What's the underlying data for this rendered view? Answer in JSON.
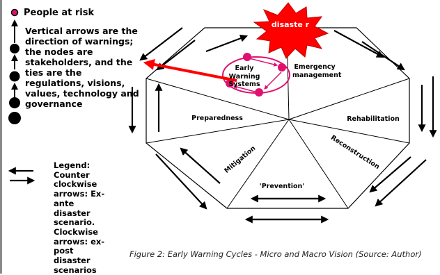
{
  "left_panel": {
    "people_at_risk": "People at risk",
    "explanation": "Vertical arrows are the direction of warnings; the nodes are stakeholders, and the ties are the regulations, visions, values, technology and governance",
    "legend": "Legend: Counter clockwise arrows: Ex-ante disaster scenario. Clockwise arrows: ex-post disaster scenarios"
  },
  "diagram": {
    "burst_label": "disaste r",
    "segments": {
      "early_warning": "Early Warning Systems",
      "emergency": "Emergency management",
      "rehabilitation": "Rehabilitation",
      "reconstruction": "Reconstruction",
      "prevention": "'Prevention'",
      "mitigation": "Mitigation",
      "preparedness": "Preparedness"
    },
    "colors": {
      "burst": "#ff0000",
      "cycle": "#e0106f",
      "pointer": "#ff0000",
      "lines": "#000000"
    }
  },
  "caption": "Figure 2: Early Warning Cycles - Micro and Macro Vision  (Source: Author)"
}
